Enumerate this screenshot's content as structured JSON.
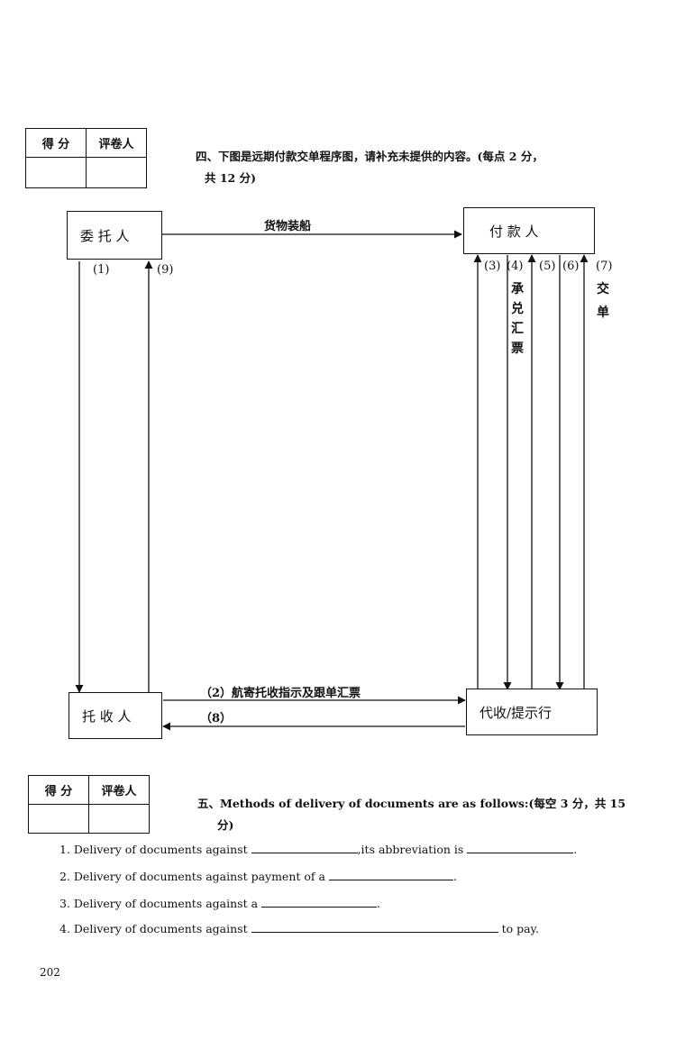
{
  "score_table": {
    "score_label": "得  分",
    "grader_label": "评卷人"
  },
  "section4": {
    "title_line1": "四、下图是远期付款交单程序图，请补充未提供的内容。(每点 2 分，",
    "title_line2": "共 12 分)",
    "diagram": {
      "principal": "委 托 人",
      "drawee": "付  款  人",
      "remitting_bank": "托 收 人",
      "collecting_bank": "代收/提示行",
      "top_label": "货物装船",
      "n1": "(1)",
      "n9": "(9)",
      "n3": "(3)",
      "n4": "(4)",
      "n5": "(5)",
      "n6": "(6)",
      "n7": "(7)",
      "accept_text": "承兑汇票",
      "deliver_text": "交单",
      "bottom_label2": "（2）航寄托收指示及跟单汇票",
      "bottom_label8": "（8）"
    }
  },
  "section5": {
    "title_line1": "五、Methods of delivery of documents are as follows:(每空 3 分，共 15",
    "title_line2": "分)",
    "items": [
      {
        "prefix": "1. Delivery of documents against",
        "middle": ",its abbreviation is",
        "suffix": "."
      },
      {
        "prefix": "2. Delivery of documents against payment of a",
        "suffix": "."
      },
      {
        "prefix": "3. Delivery of documents against a",
        "suffix": "."
      },
      {
        "prefix": "4. Delivery of documents against",
        "suffix": "to pay."
      }
    ]
  },
  "page_number": "202"
}
